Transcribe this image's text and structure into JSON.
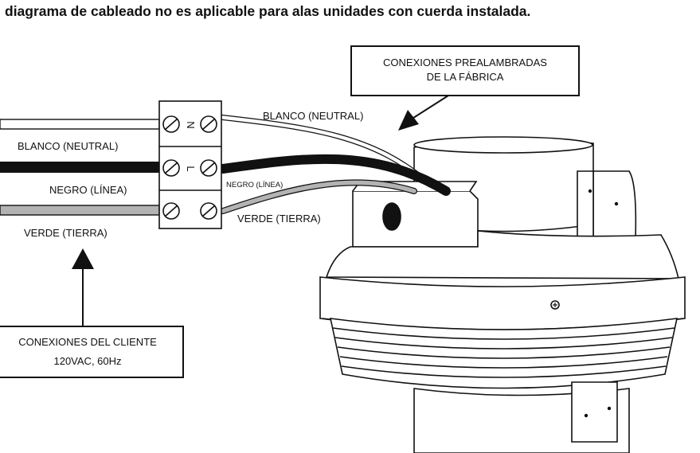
{
  "header": {
    "title": "diagrama de cableado no es aplicable para alas unidades con cuerda instalada."
  },
  "callouts": {
    "factory": {
      "line1": "CONEXIONES PREALAMBRADAS",
      "line2": "DE LA FÁBRICA"
    },
    "customer": {
      "line1": "CONEXIONES DEL CLIENTE",
      "line2": "120VAC, 60Hz"
    }
  },
  "wires": {
    "white_left": "BLANCO (NEUTRAL)",
    "black_left": "NEGRO (LÍNEA)",
    "green_left": "VERDE (TIERRA)",
    "white_right": "BLANCO (NEUTRAL)",
    "black_right": "NEGRO (LÍNEA)",
    "green_right": "VERDE (TIERRA)"
  },
  "terminal_marks": {
    "neutral": "N",
    "line": "L"
  },
  "colors": {
    "white_wire": "#ffffff",
    "black_wire": "#111111",
    "green_wire": "#b3b3b3",
    "outline": "#111111"
  }
}
